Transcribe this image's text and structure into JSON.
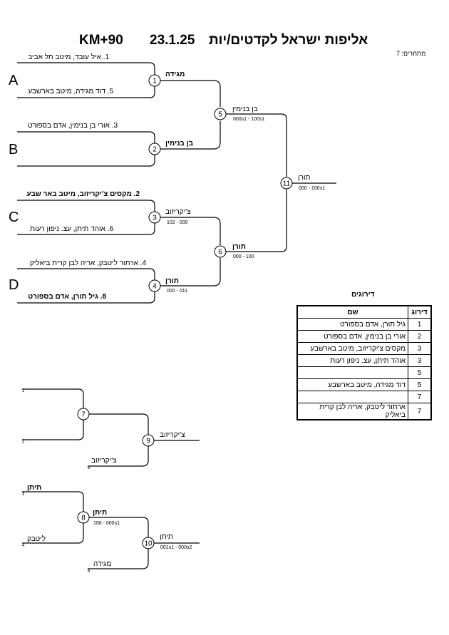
{
  "header": {
    "category": "KM+90",
    "date": "23.1.25",
    "title": "אליפות ישראל לקדטים/יות",
    "competitors": "מתחרים: 7"
  },
  "pools": [
    "A",
    "B",
    "C",
    "D"
  ],
  "main_bracket": {
    "entries": [
      "1. איל עובד, מיטב תל אביב",
      "5. דוד מגידה, מיטב בארשבע",
      "3. אורי בן בנימין, אדם בספורט",
      "",
      "2. מקסים צ'יקריזוב, מיטב באר שבע",
      "6. אוהד תיתן, עצ. ניפון רעות",
      "4. ארתור ליטבק, אריה לבן קרית ביאליק",
      "8. גיל תורן, אדם בספורט"
    ],
    "round1": [
      {
        "no": "1",
        "winner": "מגידה",
        "score": ""
      },
      {
        "no": "2",
        "winner": "בן בנימין",
        "score": ""
      },
      {
        "no": "3",
        "winner": "צ'יקריזוב",
        "score": "102 - 000"
      },
      {
        "no": "4",
        "winner": "תורן",
        "score": "000 - 011"
      }
    ],
    "round2": [
      {
        "no": "5",
        "winner": "בן בנימין",
        "score": "000s1 - 100s1"
      },
      {
        "no": "6",
        "winner": "תורן",
        "score": "000 - 100"
      }
    ],
    "final": {
      "no": "11",
      "winner": "תורן",
      "score": "000 - 100s1"
    }
  },
  "repechage1": {
    "slots": [
      "1",
      "2",
      "6"
    ],
    "slot_names": [
      "",
      "",
      "צ'יקריזוב"
    ],
    "m7": {
      "no": "7",
      "winner": ""
    },
    "m9": {
      "no": "9",
      "winner": "צ'יקריזוב"
    }
  },
  "repechage2": {
    "slots": [
      "3",
      "4",
      "5"
    ],
    "slot_names": [
      "תיתן",
      "ליטבק",
      "מגידה"
    ],
    "m8": {
      "no": "8",
      "winner": "תיתן",
      "score": "100 - 000s1"
    },
    "m10": {
      "no": "10",
      "winner": "תיתן",
      "score": "001s1 - 000s2"
    }
  },
  "rankings": {
    "title": "דירוגים",
    "col_rank": "דירוג",
    "col_name": "שם",
    "rows": [
      {
        "rank": "1",
        "name": "גיל תורן, אדם בספורט"
      },
      {
        "rank": "2",
        "name": "אורי בן בנימין, אדם בספורט"
      },
      {
        "rank": "3",
        "name": "מקסים צ'יקריזוב, מיטב בארשבע"
      },
      {
        "rank": "3",
        "name": "אוהד תיתן, עצ. ניפון רעות"
      },
      {
        "rank": "5",
        "name": ""
      },
      {
        "rank": "5",
        "name": "דוד מגידה, מיטב בארשבע"
      },
      {
        "rank": "7",
        "name": ""
      },
      {
        "rank": "7",
        "name": "ארתור ליטבק, אריה לבן קרית ביאליק"
      }
    ]
  }
}
